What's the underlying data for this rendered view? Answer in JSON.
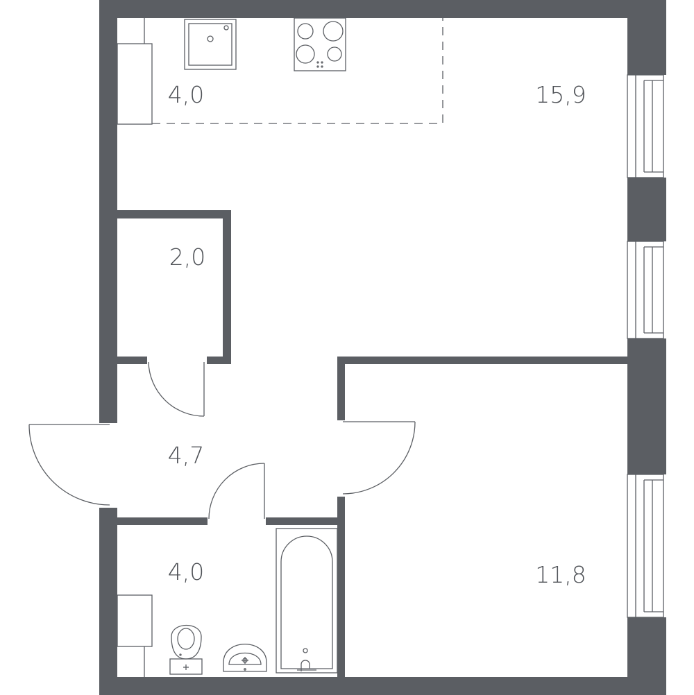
{
  "floorplan": {
    "rooms": [
      {
        "id": "kitchen-zone",
        "area": "4,0"
      },
      {
        "id": "living-room",
        "area": "15,9"
      },
      {
        "id": "storage",
        "area": "2,0"
      },
      {
        "id": "hallway",
        "area": "4,7"
      },
      {
        "id": "bathroom",
        "area": "4,0"
      },
      {
        "id": "bedroom",
        "area": "11,8"
      }
    ],
    "colors": {
      "wall": "#5b5e63",
      "background": "#ffffff"
    }
  }
}
